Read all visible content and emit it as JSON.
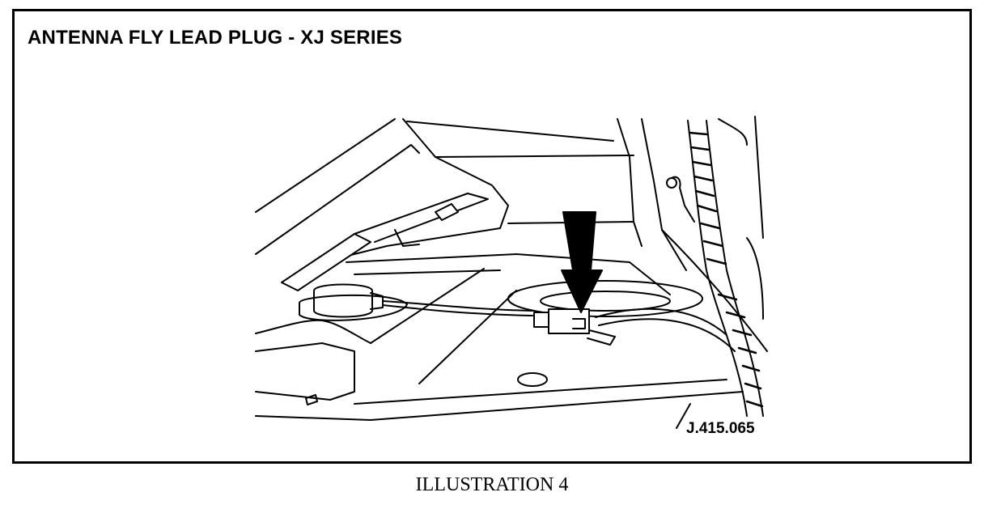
{
  "illustration": {
    "title": "ANTENNA FLY LEAD PLUG - XJ SERIES",
    "reference_code": "J.415.065",
    "caption": "ILLUSTRATION 4"
  }
}
